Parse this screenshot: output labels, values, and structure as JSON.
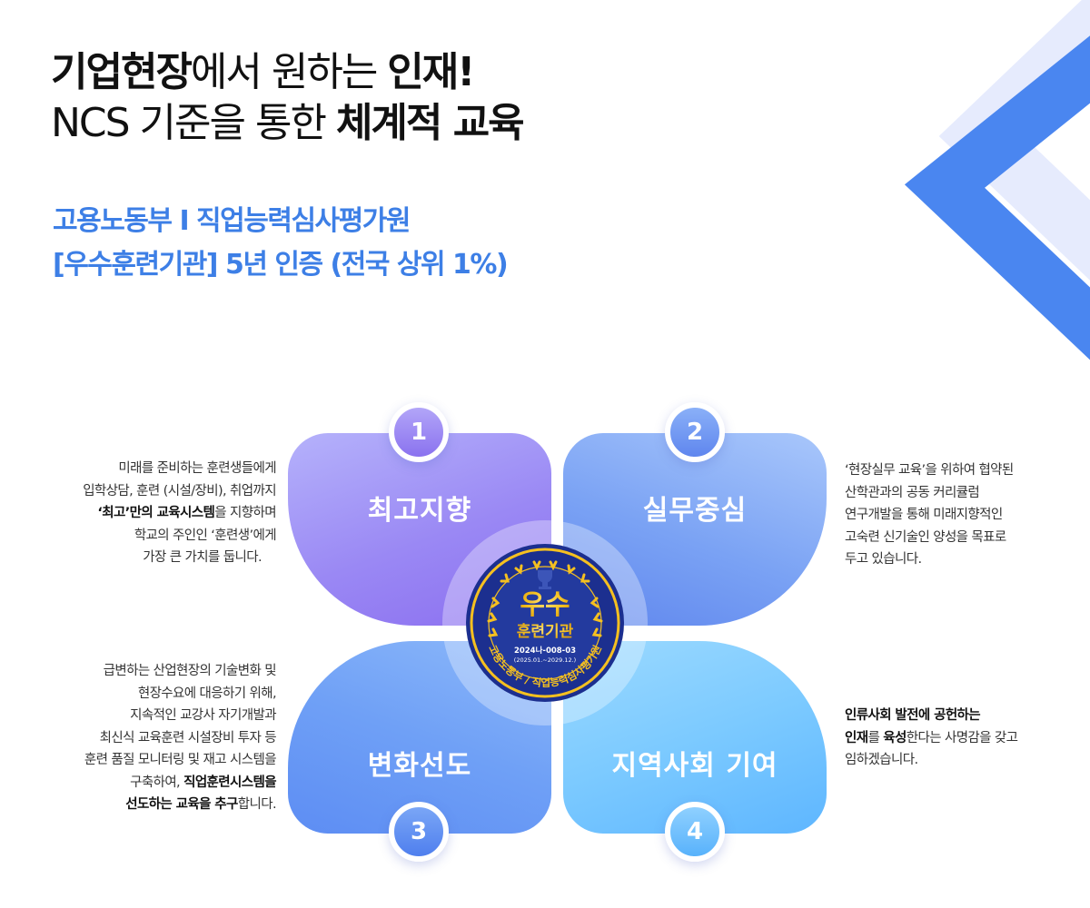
{
  "colors": {
    "accent_blue": "#3d7fe6",
    "petal_1": "#9a88f4",
    "petal_2": "#6f95f2",
    "petal_3": "#6a9cf5",
    "petal_4": "#7ccaff",
    "badge_navy": "#1c2f8f",
    "badge_gold": "#f5c020",
    "decoration_light": "#e6ebfd",
    "decoration_blue": "#4a86f0"
  },
  "headline": {
    "line1_bold_a": "기업현장",
    "line1_regular": "에서 원하는 ",
    "line1_bold_b": "인재!",
    "line2_regular": "NCS 기준을 통한 ",
    "line2_bold": "체계적 교육"
  },
  "subheading": {
    "line1": "고용노동부 I 직업능력심사평가원",
    "line2": "[우수훈련기관] 5년 인증 (전국 상위 1%)"
  },
  "pillars": [
    {
      "number": "1",
      "title": "최고지향"
    },
    {
      "number": "2",
      "title": "실무중심"
    },
    {
      "number": "3",
      "title": "변화선도"
    },
    {
      "number": "4",
      "title": "지역사회 기여"
    }
  ],
  "badge": {
    "main": "우수",
    "sub": "훈련기관",
    "code": "2024나-008-03",
    "period": "(2025.01.~2029.12.)",
    "ring_text": "고용노동부 / 직업능력심사평가원",
    "icon": "trophy-icon"
  },
  "descriptions": {
    "d1": {
      "l1": "미래를 준비하는 훈련생들에게",
      "l2": "입학상담, 훈련 (시설/장비), 취업까지",
      "l3_bold_a": "‘최고’만의 교육시스템",
      "l3_rest": "을 지향하며",
      "l4": "학교의 주인인 ‘훈련생’에게",
      "l5": "가장 큰 가치를 둡니다."
    },
    "d2": {
      "l1": "‘현장실무 교육’을 위하여 협약된",
      "l2": "산학관과의 공동 커리큘럼",
      "l3": "연구개발을 통해 미래지향적인",
      "l4": "고숙련 신기술인 양성을 목표로",
      "l5": "두고 있습니다."
    },
    "d3": {
      "l1": "급변하는 산업현장의 기술변화 및",
      "l2": "현장수요에 대응하기 위해,",
      "l3": "지속적인 교강사 자기개발과",
      "l4": "최신식 교육훈련 시설장비 투자 등",
      "l5": "훈련 품질 모니터링 및 재고 시스템을",
      "l6_rest": "구축하여, ",
      "l6_bold": "직업훈련시스템을",
      "l7_bold": "선도하는 교육을 추구",
      "l7_rest": "합니다."
    },
    "d4": {
      "l1_bold": "인류사회 발전에 공헌하는",
      "l2_bold_a": "인재",
      "l2_mid": "를 ",
      "l2_bold_b": "육성",
      "l2_rest": "한다는 사명감을 갖고",
      "l3": "임하겠습니다."
    }
  }
}
